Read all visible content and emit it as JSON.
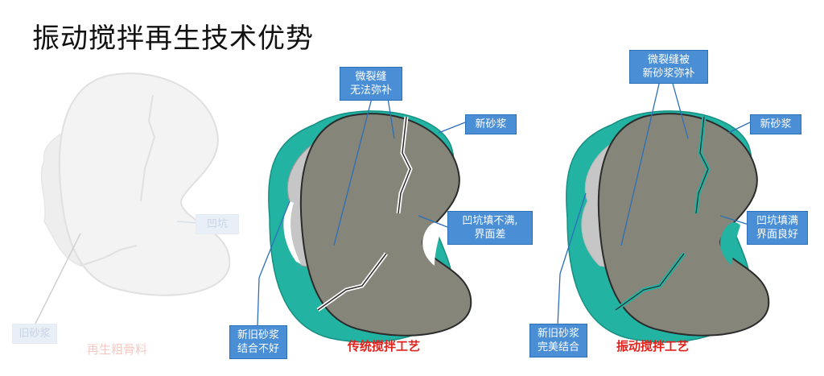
{
  "title": "振动搅拌再生技术优势",
  "panels": {
    "recycled": {
      "pit_label": "凹坑",
      "old_mortar_label": "旧砂浆",
      "caption": "再生粗骨料"
    },
    "traditional": {
      "crack_label": "微裂缝\n无法弥补",
      "new_mortar_label": "新砂浆",
      "pit_label": "凹坑填不满,\n界面差",
      "interface_label": "新旧砂浆\n结合不好",
      "caption": "传统搅拌工艺"
    },
    "vibration": {
      "crack_label": "微裂缝被\n新砂浆弥补",
      "new_mortar_label": "新砂浆",
      "pit_label": "凹坑填满\n界面良好",
      "interface_label": "新旧砂浆\n完美结合",
      "caption": "振动搅拌工艺"
    }
  },
  "colors": {
    "aggregate": "#858579",
    "old_mortar": "#c8c8c8",
    "new_mortar": "#22b3a3",
    "callout_bg": "#4a8fd6",
    "caption_red": "#e0231d"
  }
}
